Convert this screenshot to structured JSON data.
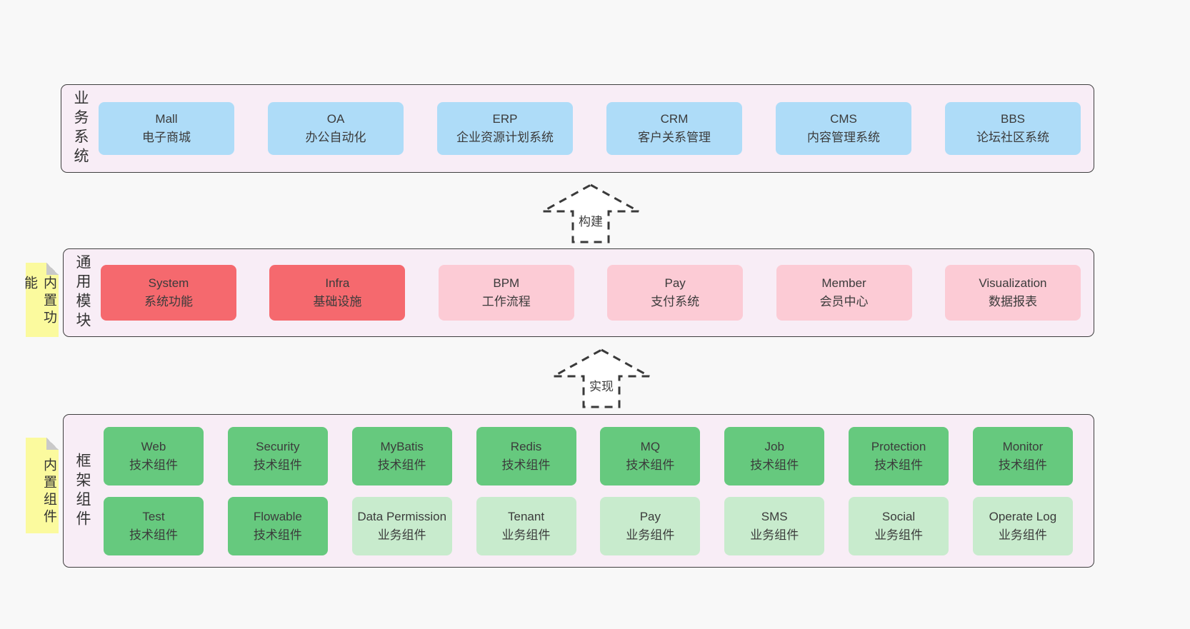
{
  "colors": {
    "page_bg": "#f8f8f8",
    "band_bg": "#f8edf6",
    "band_border": "#3f3f3f",
    "box_blue": "#aedcf8",
    "box_red": "#f5696e",
    "box_pink": "#fccbd5",
    "box_green": "#66c97e",
    "box_lightgreen": "#c8ebcd",
    "sticky_yellow": "#fbfa9e",
    "sticky_fold_gray": "#c9c9c9",
    "text": "#3b3b3b"
  },
  "arrows": [
    {
      "label": "构建"
    },
    {
      "label": "实现"
    }
  ],
  "stickies": [
    {
      "label": "内置功能"
    },
    {
      "label": "内置组件"
    }
  ],
  "bands": [
    {
      "label": "业务系统",
      "boxes": [
        {
          "title": "Mall",
          "subtitle": "电子商城",
          "variant": "blue"
        },
        {
          "title": "OA",
          "subtitle": "办公自动化",
          "variant": "blue"
        },
        {
          "title": "ERP",
          "subtitle": "企业资源计划系统",
          "variant": "blue"
        },
        {
          "title": "CRM",
          "subtitle": "客户关系管理",
          "variant": "blue"
        },
        {
          "title": "CMS",
          "subtitle": "内容管理系统",
          "variant": "blue"
        },
        {
          "title": "BBS",
          "subtitle": "论坛社区系统",
          "variant": "blue"
        }
      ]
    },
    {
      "label": "通用模块",
      "boxes": [
        {
          "title": "System",
          "subtitle": "系统功能",
          "variant": "red"
        },
        {
          "title": "Infra",
          "subtitle": "基础设施",
          "variant": "red"
        },
        {
          "title": "BPM",
          "subtitle": "工作流程",
          "variant": "pink"
        },
        {
          "title": "Pay",
          "subtitle": "支付系统",
          "variant": "pink"
        },
        {
          "title": "Member",
          "subtitle": "会员中心",
          "variant": "pink"
        },
        {
          "title": "Visualization",
          "subtitle": "数据报表",
          "variant": "pink"
        }
      ]
    },
    {
      "label": "框架组件",
      "rows": [
        [
          {
            "title": "Web",
            "subtitle": "技术组件",
            "variant": "green"
          },
          {
            "title": "Security",
            "subtitle": "技术组件",
            "variant": "green"
          },
          {
            "title": "MyBatis",
            "subtitle": "技术组件",
            "variant": "green"
          },
          {
            "title": "Redis",
            "subtitle": "技术组件",
            "variant": "green"
          },
          {
            "title": "MQ",
            "subtitle": "技术组件",
            "variant": "green"
          },
          {
            "title": "Job",
            "subtitle": "技术组件",
            "variant": "green"
          },
          {
            "title": "Protection",
            "subtitle": "技术组件",
            "variant": "green"
          },
          {
            "title": "Monitor",
            "subtitle": "技术组件",
            "variant": "green"
          }
        ],
        [
          {
            "title": "Test",
            "subtitle": "技术组件",
            "variant": "green"
          },
          {
            "title": "Flowable",
            "subtitle": "技术组件",
            "variant": "green"
          },
          {
            "title": "Data Permission",
            "subtitle": "业务组件",
            "variant": "lightgreen"
          },
          {
            "title": "Tenant",
            "subtitle": "业务组件",
            "variant": "lightgreen"
          },
          {
            "title": "Pay",
            "subtitle": "业务组件",
            "variant": "lightgreen"
          },
          {
            "title": "SMS",
            "subtitle": "业务组件",
            "variant": "lightgreen"
          },
          {
            "title": "Social",
            "subtitle": "业务组件",
            "variant": "lightgreen"
          },
          {
            "title": "Operate Log",
            "subtitle": "业务组件",
            "variant": "lightgreen"
          }
        ]
      ]
    }
  ]
}
